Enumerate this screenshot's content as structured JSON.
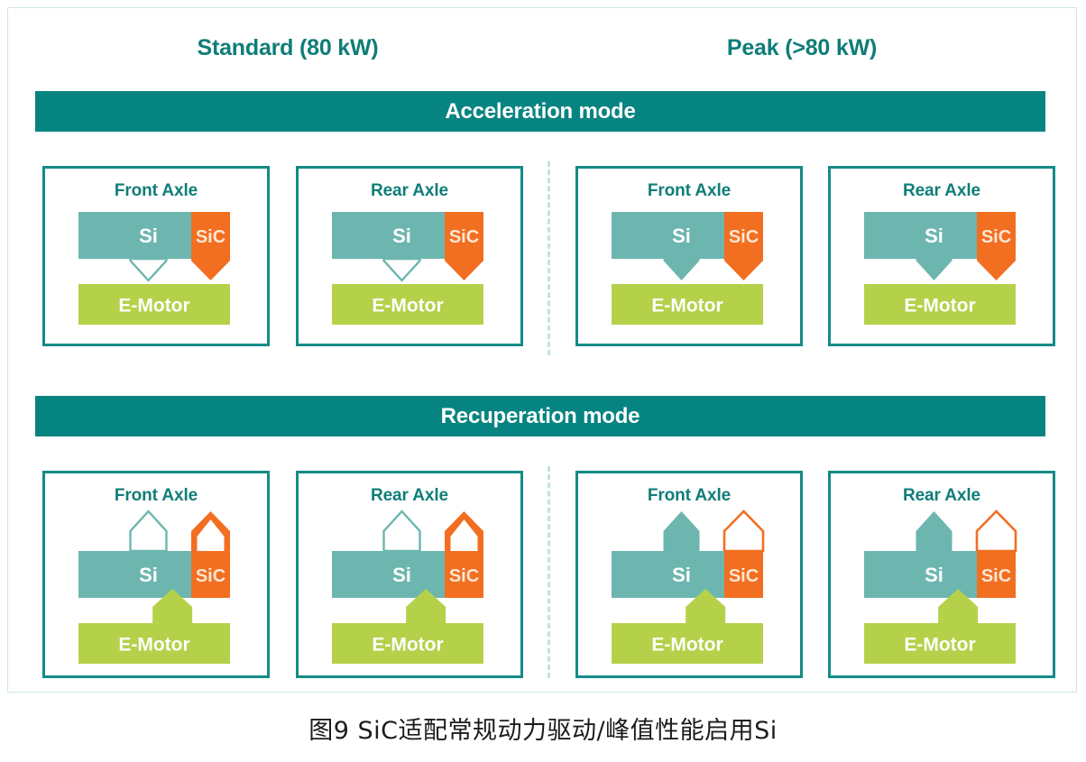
{
  "figure": {
    "caption": "图9  SiC适配常规动力驱动/峰值性能启用Si"
  },
  "colors": {
    "teal_dark": "#0f7d78",
    "banner_teal": "#068481",
    "panel_border": "#148b86",
    "si_teal": "#6db6af",
    "sic_orange": "#f26e21",
    "emotor_green": "#b5d14a",
    "divider_dashed": "#bfe3dc",
    "frame_border": "#cfe6e2",
    "label_white": "#ffffff",
    "sic_label": "#fde7d2"
  },
  "columns": [
    {
      "id": "standard",
      "label": "Standard (80 kW)"
    },
    {
      "id": "peak",
      "label": "Peak (>80 kW)"
    }
  ],
  "modes": [
    {
      "id": "acceleration",
      "banner": "Acceleration mode",
      "flow_direction": "down",
      "panels": [
        {
          "column": "standard",
          "title": "Front Axle",
          "si_label": "Si",
          "sic_label": "SiC",
          "motor_label": "E-Motor",
          "si_arrow": "outline",
          "sic_arrow": "filled",
          "motor_arrow": "none"
        },
        {
          "column": "standard",
          "title": "Rear Axle",
          "si_label": "Si",
          "sic_label": "SiC",
          "motor_label": "E-Motor",
          "si_arrow": "outline",
          "sic_arrow": "filled",
          "motor_arrow": "none"
        },
        {
          "column": "peak",
          "title": "Front Axle",
          "si_label": "Si",
          "sic_label": "SiC",
          "motor_label": "E-Motor",
          "si_arrow": "filled",
          "sic_arrow": "filled",
          "motor_arrow": "none"
        },
        {
          "column": "peak",
          "title": "Rear Axle",
          "si_label": "Si",
          "sic_label": "SiC",
          "motor_label": "E-Motor",
          "si_arrow": "filled",
          "sic_arrow": "filled",
          "motor_arrow": "none"
        }
      ]
    },
    {
      "id": "recuperation",
      "banner": "Recuperation mode",
      "flow_direction": "up",
      "panels": [
        {
          "column": "standard",
          "title": "Front Axle",
          "si_label": "Si",
          "sic_label": "SiC",
          "motor_label": "E-Motor",
          "si_arrow": "outline",
          "sic_arrow": "filled",
          "motor_arrow": "filled"
        },
        {
          "column": "standard",
          "title": "Rear Axle",
          "si_label": "Si",
          "sic_label": "SiC",
          "motor_label": "E-Motor",
          "si_arrow": "outline",
          "sic_arrow": "filled",
          "motor_arrow": "filled"
        },
        {
          "column": "peak",
          "title": "Front Axle",
          "si_label": "Si",
          "sic_label": "SiC",
          "motor_label": "E-Motor",
          "si_arrow": "filled",
          "sic_arrow": "outline",
          "motor_arrow": "filled"
        },
        {
          "column": "peak",
          "title": "Rear Axle",
          "si_label": "Si",
          "sic_label": "SiC",
          "motor_label": "E-Motor",
          "si_arrow": "filled",
          "sic_arrow": "outline",
          "motor_arrow": "filled"
        }
      ]
    }
  ]
}
